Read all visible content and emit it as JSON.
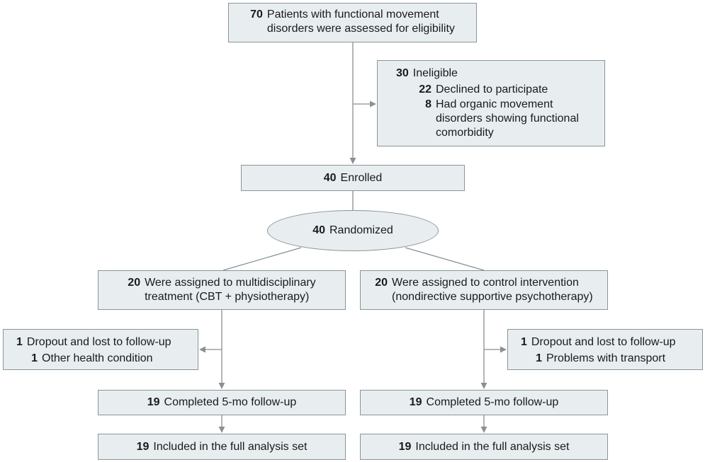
{
  "assessed": {
    "n": "70",
    "lines": [
      "Patients with functional movement",
      "disorders were assessed for eligibility"
    ]
  },
  "ineligible": {
    "n": "30",
    "label": "Ineligible",
    "reasons": [
      {
        "n": "22",
        "lines": [
          "Declined to participate"
        ]
      },
      {
        "n": "8",
        "lines": [
          "Had organic movement",
          "disorders showing functional",
          "comorbidity"
        ]
      }
    ]
  },
  "enrolled": {
    "n": "40",
    "label": "Enrolled"
  },
  "randomized": {
    "n": "40",
    "label": "Randomized"
  },
  "arms": [
    {
      "assigned": {
        "n": "20",
        "lines": [
          "Were assigned to multidisciplinary",
          "treatment (CBT + physiotherapy)"
        ]
      },
      "dropout": {
        "n": "1",
        "label": "Dropout and lost to follow-up",
        "reason": {
          "n": "1",
          "label": "Other health condition"
        }
      },
      "completed": {
        "n": "19",
        "label": "Completed 5-mo follow-up"
      },
      "analyzed": {
        "n": "19",
        "label": "Included in the full analysis set"
      }
    },
    {
      "assigned": {
        "n": "20",
        "lines": [
          "Were assigned to control intervention",
          "(nondirective supportive psychotherapy)"
        ]
      },
      "dropout": {
        "n": "1",
        "label": "Dropout and lost to follow-up",
        "reason": {
          "n": "1",
          "label": "Problems with transport"
        }
      },
      "completed": {
        "n": "19",
        "label": "Completed 5-mo follow-up"
      },
      "analyzed": {
        "n": "19",
        "label": "Included in the full analysis set"
      }
    }
  ],
  "colors": {
    "box_fill": "#e8eef0",
    "box_border": "#8a9499",
    "connector": "#8a8f93",
    "text": "#1a1a1a"
  }
}
